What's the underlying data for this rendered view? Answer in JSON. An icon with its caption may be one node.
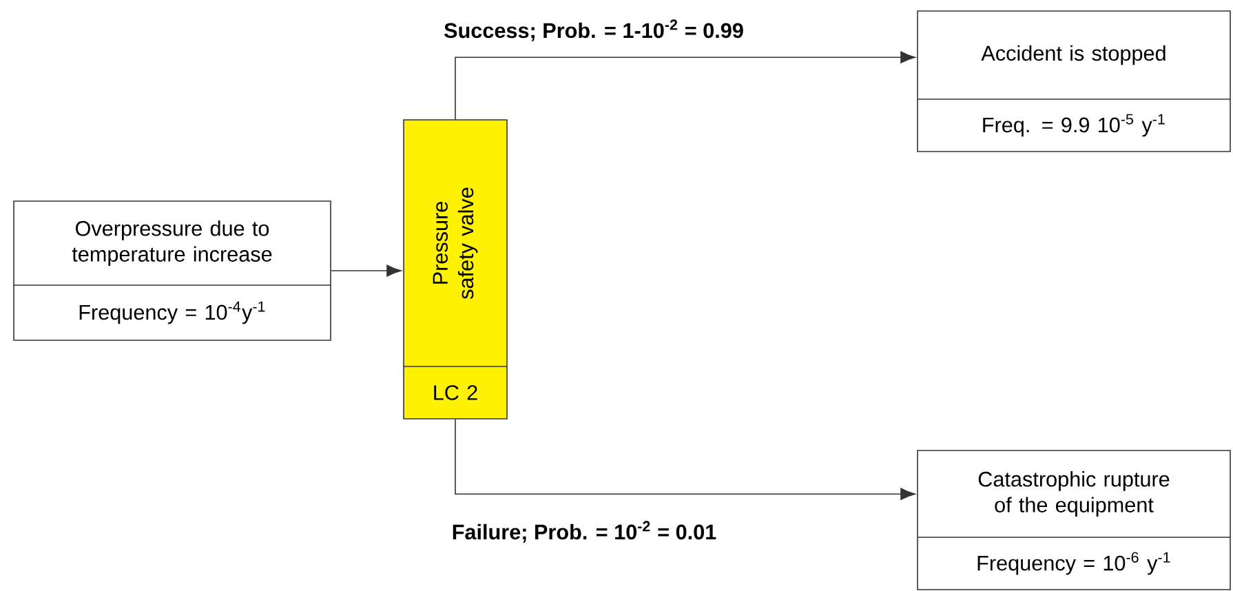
{
  "diagram": {
    "nodes": [
      {
        "text": [
          "Overpressure due to temperature increase",
          "Frequency = 10$^{-4}$y$^{-1}$"
        ]
      },
      {
        "text": [
          "Pressure safety valve",
          "LC 2"
        ]
      },
      {
        "text": [
          "Accident is stopped",
          "Freq. = 9.9 10$^{-5}$ y$^{-1}$"
        ]
      },
      {
        "text": [
          "Catastrophic rupture of the equipment",
          "Frequency = 10$^{-6}$ y$^{-1}$"
        ]
      }
    ],
    "edges": [
      {
        "from": 0,
        "to": 1,
        "arrow": "to"
      },
      {
        "from": 1,
        "to": 2,
        "arrow": "to",
        "label": "Success; Prob. = 1-10$^{-2}$ = 0.99"
      },
      {
        "from": 1,
        "to": 3,
        "arrow": "to",
        "label": "Failure; Prob. = 10$^{-2}$ = 0.01"
      }
    ]
  }
}
